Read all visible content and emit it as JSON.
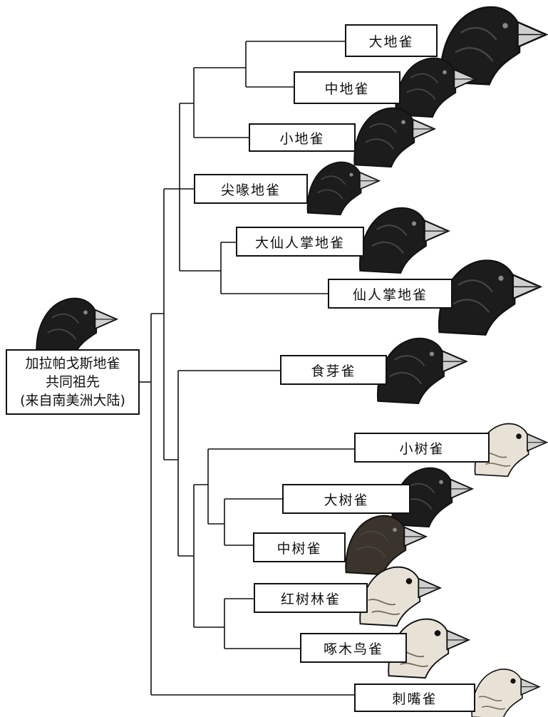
{
  "root": {
    "lines": [
      "加拉帕戈斯地雀",
      "共同祖先",
      "(来自南美洲大陆)"
    ],
    "bird": {
      "icon": "finch-head-icon",
      "tone": "dark"
    }
  },
  "species": [
    {
      "label": "大地雀",
      "icon": "finch-head-icon",
      "tone": "dark"
    },
    {
      "label": "中地雀",
      "icon": "finch-head-icon",
      "tone": "dark"
    },
    {
      "label": "小地雀",
      "icon": "finch-head-icon",
      "tone": "dark"
    },
    {
      "label": "尖喙地雀",
      "icon": "finch-head-icon",
      "tone": "dark"
    },
    {
      "label": "大仙人掌地雀",
      "icon": "finch-head-icon",
      "tone": "dark"
    },
    {
      "label": "仙人掌地雀",
      "icon": "finch-head-icon",
      "tone": "dark"
    },
    {
      "label": "食芽雀",
      "icon": "finch-head-icon",
      "tone": "dark"
    },
    {
      "label": "小树雀",
      "icon": "finch-head-icon",
      "tone": "light"
    },
    {
      "label": "大树雀",
      "icon": "finch-head-icon",
      "tone": "dark"
    },
    {
      "label": "中树雀",
      "icon": "finch-head-icon",
      "tone": "mottled"
    },
    {
      "label": "红树林雀",
      "icon": "finch-head-icon",
      "tone": "light"
    },
    {
      "label": "啄木鸟雀",
      "icon": "finch-head-icon",
      "tone": "light"
    },
    {
      "label": "刺嘴雀",
      "icon": "finch-head-icon",
      "tone": "light"
    }
  ],
  "colors": {
    "line": "#111111",
    "dark_bird": "#1c1c1c",
    "light_bird": "#e8e2d6",
    "beak": "#cfcfcf"
  }
}
